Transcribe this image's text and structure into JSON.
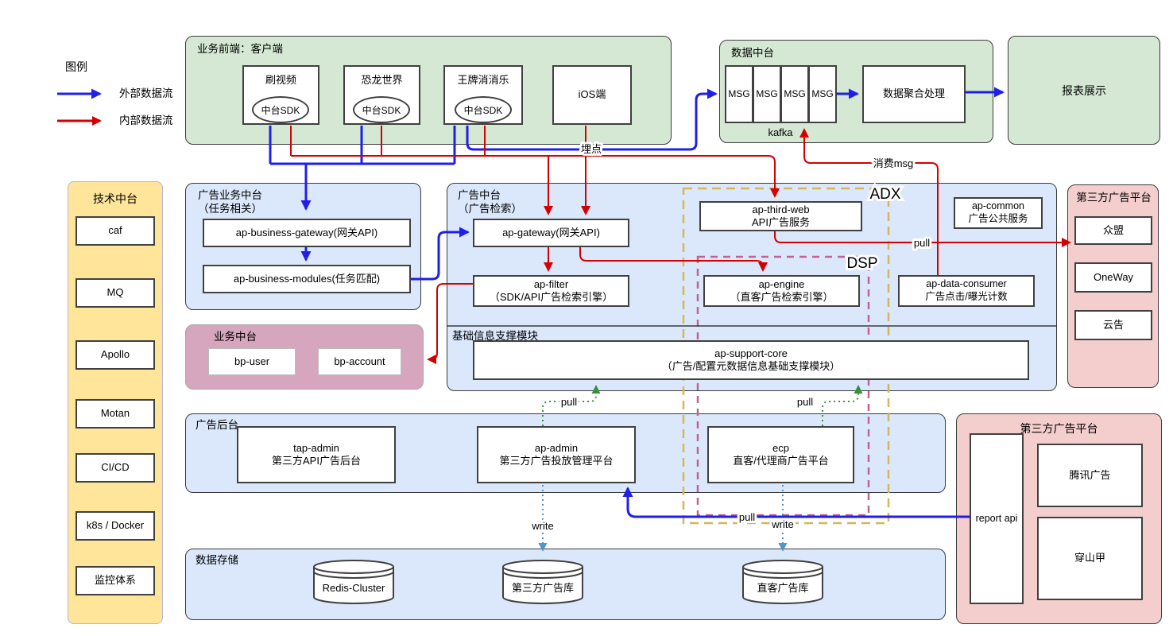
{
  "legend": {
    "title": "图例",
    "external": "外部数据流",
    "internal": "内部数据流"
  },
  "frontend": {
    "title": "业务前端：客户端",
    "apps": [
      {
        "name": "刷视频",
        "sdk": "中台SDK"
      },
      {
        "name": "恐龙世界",
        "sdk": "中台SDK"
      },
      {
        "name": "王牌消消乐",
        "sdk": "中台SDK"
      }
    ],
    "ios": "iOS端"
  },
  "dataplat": {
    "title": "数据中台",
    "msg": [
      "MSG",
      "MSG",
      "MSG",
      "MSG"
    ],
    "kafka": "kafka",
    "agg": "数据聚合处理"
  },
  "report": {
    "title": "报表展示"
  },
  "tech": {
    "title": "技术中台",
    "items": [
      "caf",
      "MQ",
      "Apollo",
      "Motan",
      "CI/CD",
      "k8s / Docker",
      "监控体系"
    ]
  },
  "adbiz": {
    "title": "广告业务中台\n（任务相关）",
    "gateway": "ap-business-gateway(网关API)",
    "modules": "ap-business-modules(任务匹配)"
  },
  "adcore": {
    "title": "广告中台\n（广告检索）",
    "gateway": "ap-gateway(网关API)",
    "filter": "ap-filter\n（SDK/API广告检索引擎）",
    "third": "ap-third-web\nAPI广告服务",
    "common": "ap-common\n广告公共服务",
    "engine": "ap-engine\n（直客广告检索引擎）",
    "consumer": "ap-data-consumer\n广告点击/曝光计数",
    "support_section": "基础信息支撑模块",
    "support": "ap-support-core\n（广告/配置元数据信息基础支撑模块）"
  },
  "bizplat": {
    "title": "业务中台",
    "user": "bp-user",
    "account": "bp-account"
  },
  "adback": {
    "title": "广告后台",
    "tap": "tap-admin\n第三方API广告后台",
    "admin": "ap-admin\n第三方广告投放管理平台",
    "ecp": "ecp\n直客/代理商广告平台"
  },
  "datastore": {
    "title": "数据存储",
    "dbs": [
      "Redis-Cluster",
      "第三方广告库",
      "直客广告库"
    ]
  },
  "thirdparty_right": {
    "title": "第三方广告平台",
    "items": [
      "众盟",
      "OneWay",
      "云告"
    ]
  },
  "thirdparty_bottom": {
    "title": "第三方广告平台",
    "report_api": "report api",
    "items": [
      "腾讯广告",
      "穿山甲"
    ]
  },
  "zones": {
    "adx": "ADX",
    "dsp": "DSP"
  },
  "flow_labels": {
    "buried": "埋点",
    "consume": "消费msg",
    "pull": "pull",
    "write": "write"
  },
  "colors": {
    "external_flow": "#1f1fe8",
    "internal_flow": "#d40000",
    "pull_flow": "#3a8f3a",
    "write_flow": "#4e97c8",
    "adx_zone": "#d6b656",
    "dsp_zone": "#bf6492",
    "frontend_fill": "#d5e8d4",
    "platform_fill": "#dbe8fb",
    "tech_fill": "#ffe599",
    "bizplat_fill": "#d5a6bd",
    "thirdparty_fill": "#f4cdcd"
  }
}
